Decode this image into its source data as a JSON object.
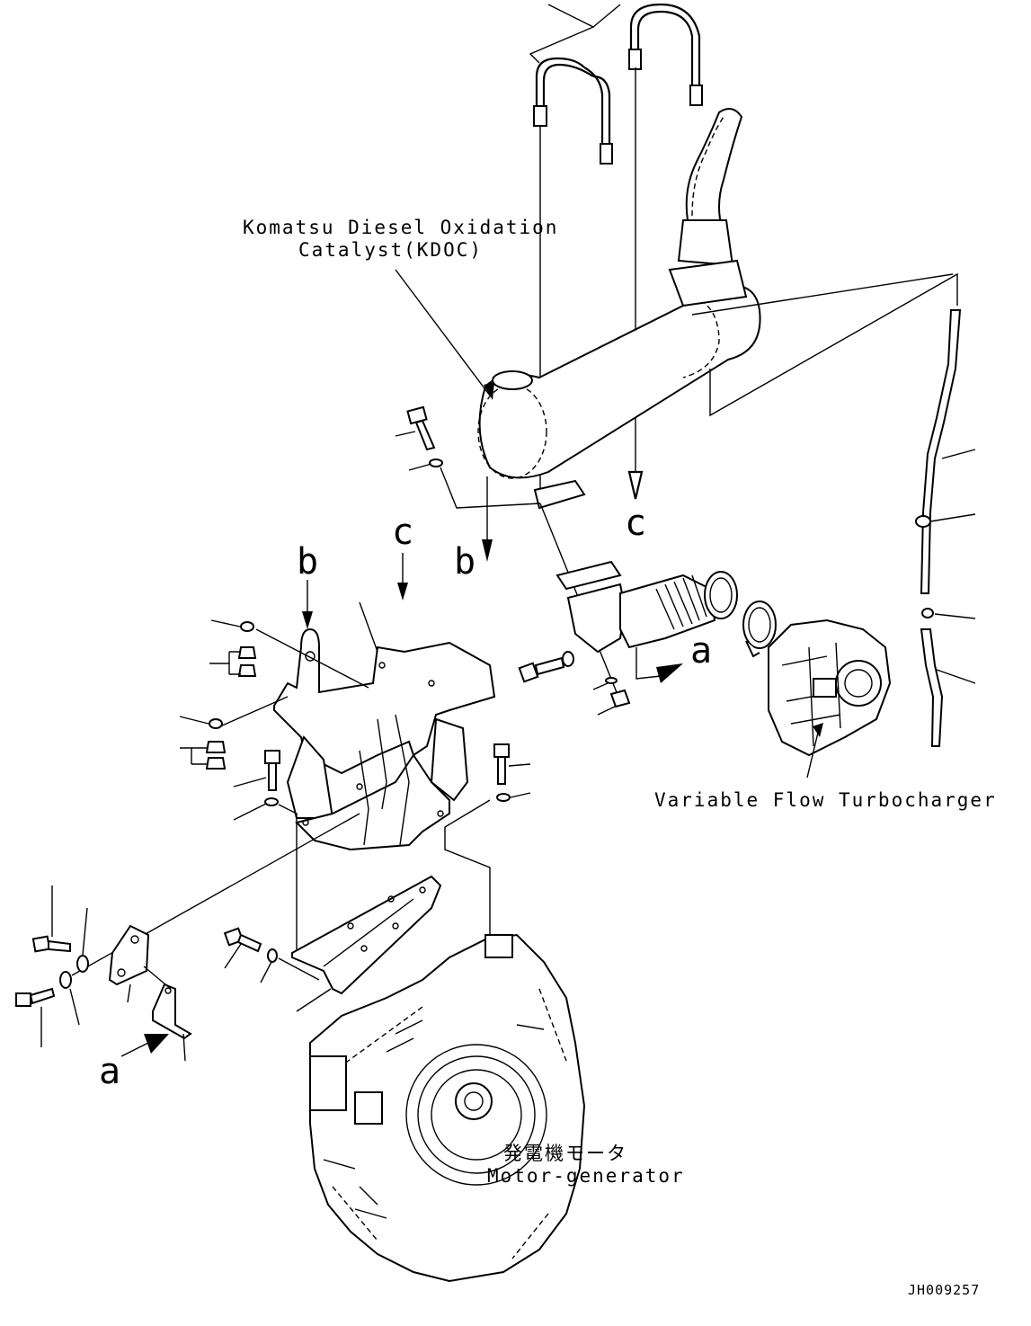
{
  "labels": {
    "kdoc_line1": "Komatsu Diesel Oxidation",
    "kdoc_line2": "Catalyst(KDOC)",
    "turbocharger": "Variable Flow Turbocharger",
    "motor_generator_jp": "発電機モータ",
    "motor_generator_en": "Motor-generator",
    "drawing_code": "JH009257"
  },
  "callouts": {
    "a_upper": "a",
    "a_lower": "a",
    "b_upper": "b",
    "b_lower": "b",
    "c_upper": "c",
    "c_lower": "c"
  }
}
